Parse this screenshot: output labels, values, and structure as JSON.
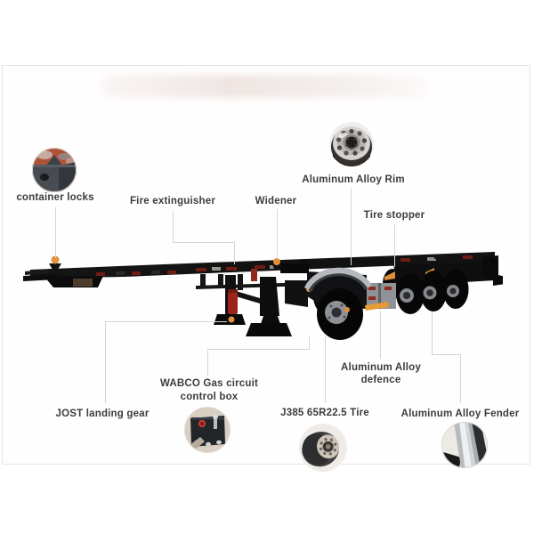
{
  "panel": {
    "background": "#fffefe",
    "border_color": "#e4e4e4"
  },
  "illustration": {
    "subject": "skeleton container semi-trailer, side view, dark chassis with four axles"
  },
  "colors": {
    "label_text": "#3c3c3c",
    "callout_line": "#d4d4d4",
    "marker_orange": "#e2923b",
    "extinguisher_red": "#9c241a",
    "chassis_black": "#101012",
    "fender_silver": "#b5b9be"
  },
  "callouts": {
    "container_locks": {
      "label": "container locks"
    },
    "fire_extinguisher": {
      "label": "Fire extinguisher"
    },
    "widener": {
      "label": "Widener"
    },
    "aluminum_alloy_rim": {
      "label": "Aluminum Alloy Rim"
    },
    "tire_stopper": {
      "label": "Tire stopper"
    },
    "wabco_box": {
      "label": "WABCO Gas circuit control box"
    },
    "jost_landing_gear": {
      "label": "JOST landing gear"
    },
    "tire": {
      "label": "J385 65R22.5 Tire"
    },
    "aluminum_alloy_defence": {
      "label": "Aluminum Alloy defence"
    },
    "aluminum_alloy_fender": {
      "label": "Aluminum Alloy Fender"
    }
  },
  "photos": {
    "container_locks": "container twist-lock close-up",
    "aluminum_alloy_rim": "aluminum wheel rim close-up",
    "wabco_box": "WABCO gas circuit control box close-up",
    "tire": "J385 65R22.5 tire close-up",
    "aluminum_alloy_fender": "aluminum fender close-up"
  }
}
